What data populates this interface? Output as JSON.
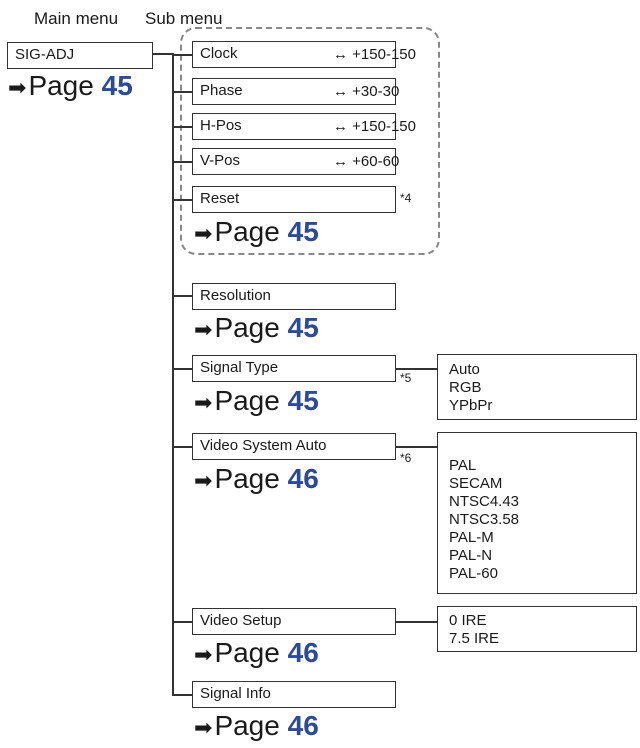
{
  "header": {
    "main_label": "Main menu",
    "sub_label": "Sub menu"
  },
  "main_menu": {
    "label": "SIG-ADJ",
    "page_label": "Page",
    "page_num": "45"
  },
  "arrow_glyph": "➡",
  "sub_items": [
    {
      "label": "Clock",
      "range": "+150",
      "range_end": "-150"
    },
    {
      "label": "Phase",
      "range": "+30",
      "range_end": "-30"
    },
    {
      "label": "H-Pos",
      "range": "+150",
      "range_end": "-150"
    },
    {
      "label": "V-Pos",
      "range": "+60",
      "range_end": "-60"
    },
    {
      "label": "Reset",
      "note": "*4"
    }
  ],
  "group_page": {
    "page_label": "Page",
    "page_num": "45"
  },
  "lower_items": [
    {
      "label": "Resolution",
      "page_label": "Page",
      "page_num": "45"
    },
    {
      "label": "Signal Type",
      "page_label": "Page",
      "page_num": "45",
      "note": "*5",
      "options": [
        "Auto",
        "RGB",
        "YPbPr"
      ]
    },
    {
      "label": "Video System Auto",
      "page_label": "Page",
      "page_num": "46",
      "note": "*6",
      "options": [
        "PAL",
        "SECAM",
        "NTSC4.43",
        "NTSC3.58",
        "PAL-M",
        "PAL-N",
        "PAL-60"
      ]
    },
    {
      "label": "Video Setup",
      "page_label": "Page",
      "page_num": "46",
      "options": [
        "0 IRE",
        "7.5 IRE"
      ]
    },
    {
      "label": "Signal Info",
      "page_label": "Page",
      "page_num": "46"
    }
  ],
  "colors": {
    "page_number": "#2b4a9e",
    "dashed_group": "#888888",
    "lines": "#333333"
  },
  "icons": {
    "range_arrow": "left-right-arrow-icon",
    "page_arrow": "right-arrow-icon"
  }
}
